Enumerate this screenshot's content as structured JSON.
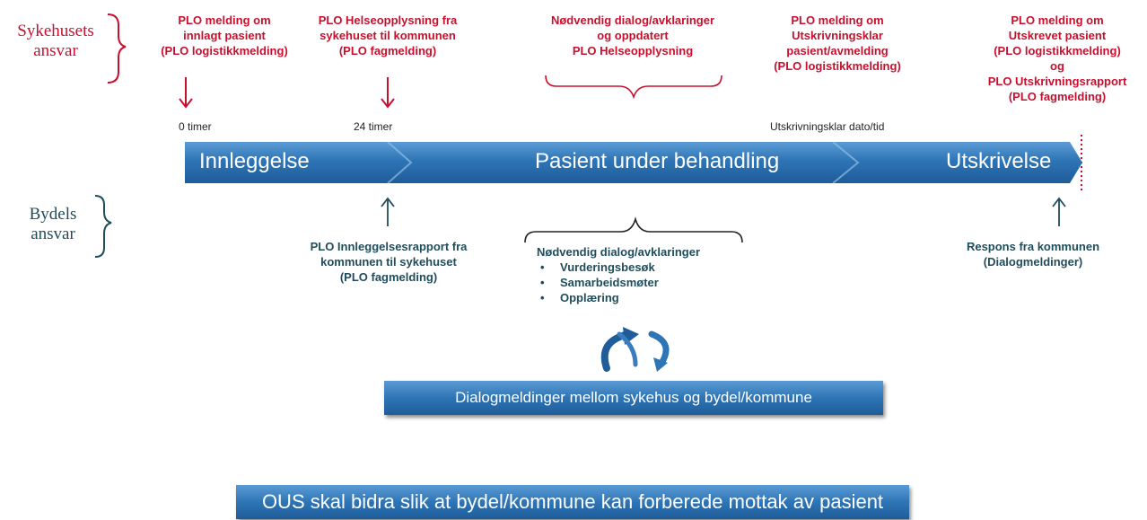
{
  "responsibility": {
    "hospital": [
      "Sykehusets",
      "ansvar"
    ],
    "district": [
      "Bydels",
      "ansvar"
    ]
  },
  "hospital_messages": {
    "m1": [
      "PLO melding om",
      "innlagt pasient",
      "(PLO logistikkmelding)"
    ],
    "m2": [
      "PLO Helseopplysning fra",
      "sykehuset til kommunen",
      "(PLO fagmelding)"
    ],
    "m3": [
      "Nødvendig dialog/avklaringer",
      "og oppdatert",
      "PLO Helseopplysning"
    ],
    "m4": [
      "PLO melding om",
      "Utskrivningsklar",
      "pasient/avmelding",
      "(PLO logistikkmelding)"
    ],
    "m5": [
      "PLO melding om",
      "Utskrevet pasient",
      "(PLO logistikkmelding)",
      "og",
      "PLO Utskrivningsrapport",
      "(PLO fagmelding)"
    ]
  },
  "time_labels": {
    "t0": "0 timer",
    "t24": "24 timer",
    "discharge_ready": "Utskrivningsklar dato/tid"
  },
  "timeline": {
    "segments": [
      "Innleggelse",
      "Pasient under behandling",
      "Utskrivelse"
    ]
  },
  "district_messages": {
    "admission_report": [
      "PLO Innleggelsesrapport fra",
      "kommunen til sykehuset",
      "(PLO fagmelding)"
    ],
    "dialog": {
      "title": "Nødvendig dialog/avklaringer",
      "items": [
        "Vurderingsbesøk",
        "Samarbeidsmøter",
        "Opplæring"
      ]
    },
    "response": [
      "Respons fra kommunen",
      "(Dialogmeldinger)"
    ]
  },
  "boxes": {
    "dialog_messages": "Dialogmeldinger mellom sykehus og bydel/kommune",
    "ous_contribution": "OUS skal bidra slik at bydel/kommune kan forberede mottak av pasient"
  },
  "colors": {
    "hospital_red": "#c8102e",
    "district_teal": "#1f4d5c",
    "timeline_blue": "#2e75b6"
  },
  "icons": [
    "cycle-arrows-icon",
    "down-arrow-icon",
    "up-arrow-icon"
  ]
}
